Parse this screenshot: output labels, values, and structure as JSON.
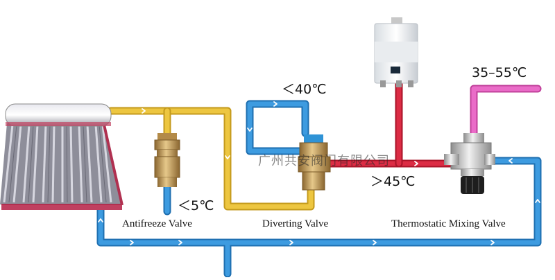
{
  "labels": {
    "antifreeze_valve": "Antifreeze Valve",
    "diverting_valve": "Diverting Valve",
    "thermostatic_mixing_valve": "Thermostatic Mixing Valve"
  },
  "temperatures": {
    "below_5": "＜5℃",
    "below_40": "＜40℃",
    "above_45": "＞45℃",
    "range_35_55": "35–55℃"
  },
  "watermark": "广州共安阀门有限公司",
  "colors": {
    "cold_pipe": "#2f8fd6",
    "solar_pipe": "#e3b930",
    "hot_pipe": "#d0203a",
    "mixed_pipe": "#e060b8",
    "brass": "#c8a060"
  }
}
